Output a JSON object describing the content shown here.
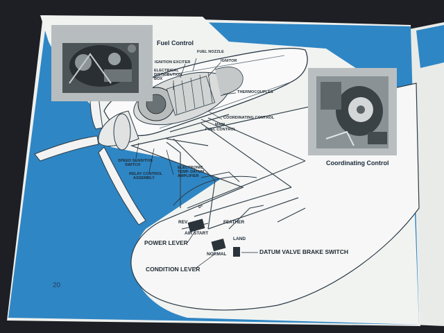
{
  "page": {
    "number": "20",
    "colors": {
      "backdrop": "#1d1f24",
      "page_white": "#eef0ee",
      "page_blue": "#2f86c4",
      "ink": "#1f2a33"
    }
  },
  "photos": {
    "fuel_control_title": "Fuel Control",
    "coordinating_control_title": "Coordinating Control"
  },
  "labels": {
    "fuel_nozzle": "FUEL NOZZLE",
    "ignition_exciter": "IGNITION EXCITER",
    "igniter": "IGNITOR",
    "electrical_distribution_1": "ELECTRICAL",
    "electrical_distribution_2": "DISTRIBUTION",
    "electrical_distribution_3": "BOX",
    "thermocouples": "THERMOCOUPLES",
    "coordinating_control": "COORDINATING CONTROL",
    "main_fuel_control_1": "MAIN",
    "main_fuel_control_2": "FUEL CONTROL",
    "speed_sensitive_1": "SPEED SENSITIVE",
    "speed_sensitive_2": "SWITCH",
    "relay_control_1": "RELAY CONTROL",
    "relay_control_2": "ASSEMBLY",
    "electronic_temp_1": "ELECTRONIC",
    "electronic_temp_2": "TEMP. DATUM",
    "electronic_temp_3": "AMPLIFIER",
    "power_lever": "POWER LEVER",
    "condition_lever": "CONDITION LEVER",
    "datum_valve": "DATUM VALVE BRAKE SWITCH",
    "air_start": "AIR START",
    "feather": "FEATHER",
    "normal": "NORMAL",
    "land": "LAND",
    "rev": "REV",
    "deg0": "0°"
  }
}
